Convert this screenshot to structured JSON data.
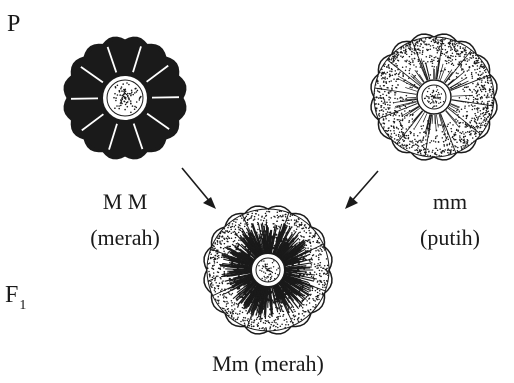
{
  "generations": {
    "parent_label": "P",
    "f1_label": "F",
    "f1_subscript": "1"
  },
  "parents": {
    "left": {
      "genotype": "M M",
      "phenotype": "(merah)"
    },
    "right": {
      "genotype": "mm",
      "phenotype": "(putih)"
    }
  },
  "offspring": {
    "caption": "Mm (merah)"
  },
  "colors": {
    "ink": "#1a1a1a",
    "paper": "#ffffff"
  }
}
